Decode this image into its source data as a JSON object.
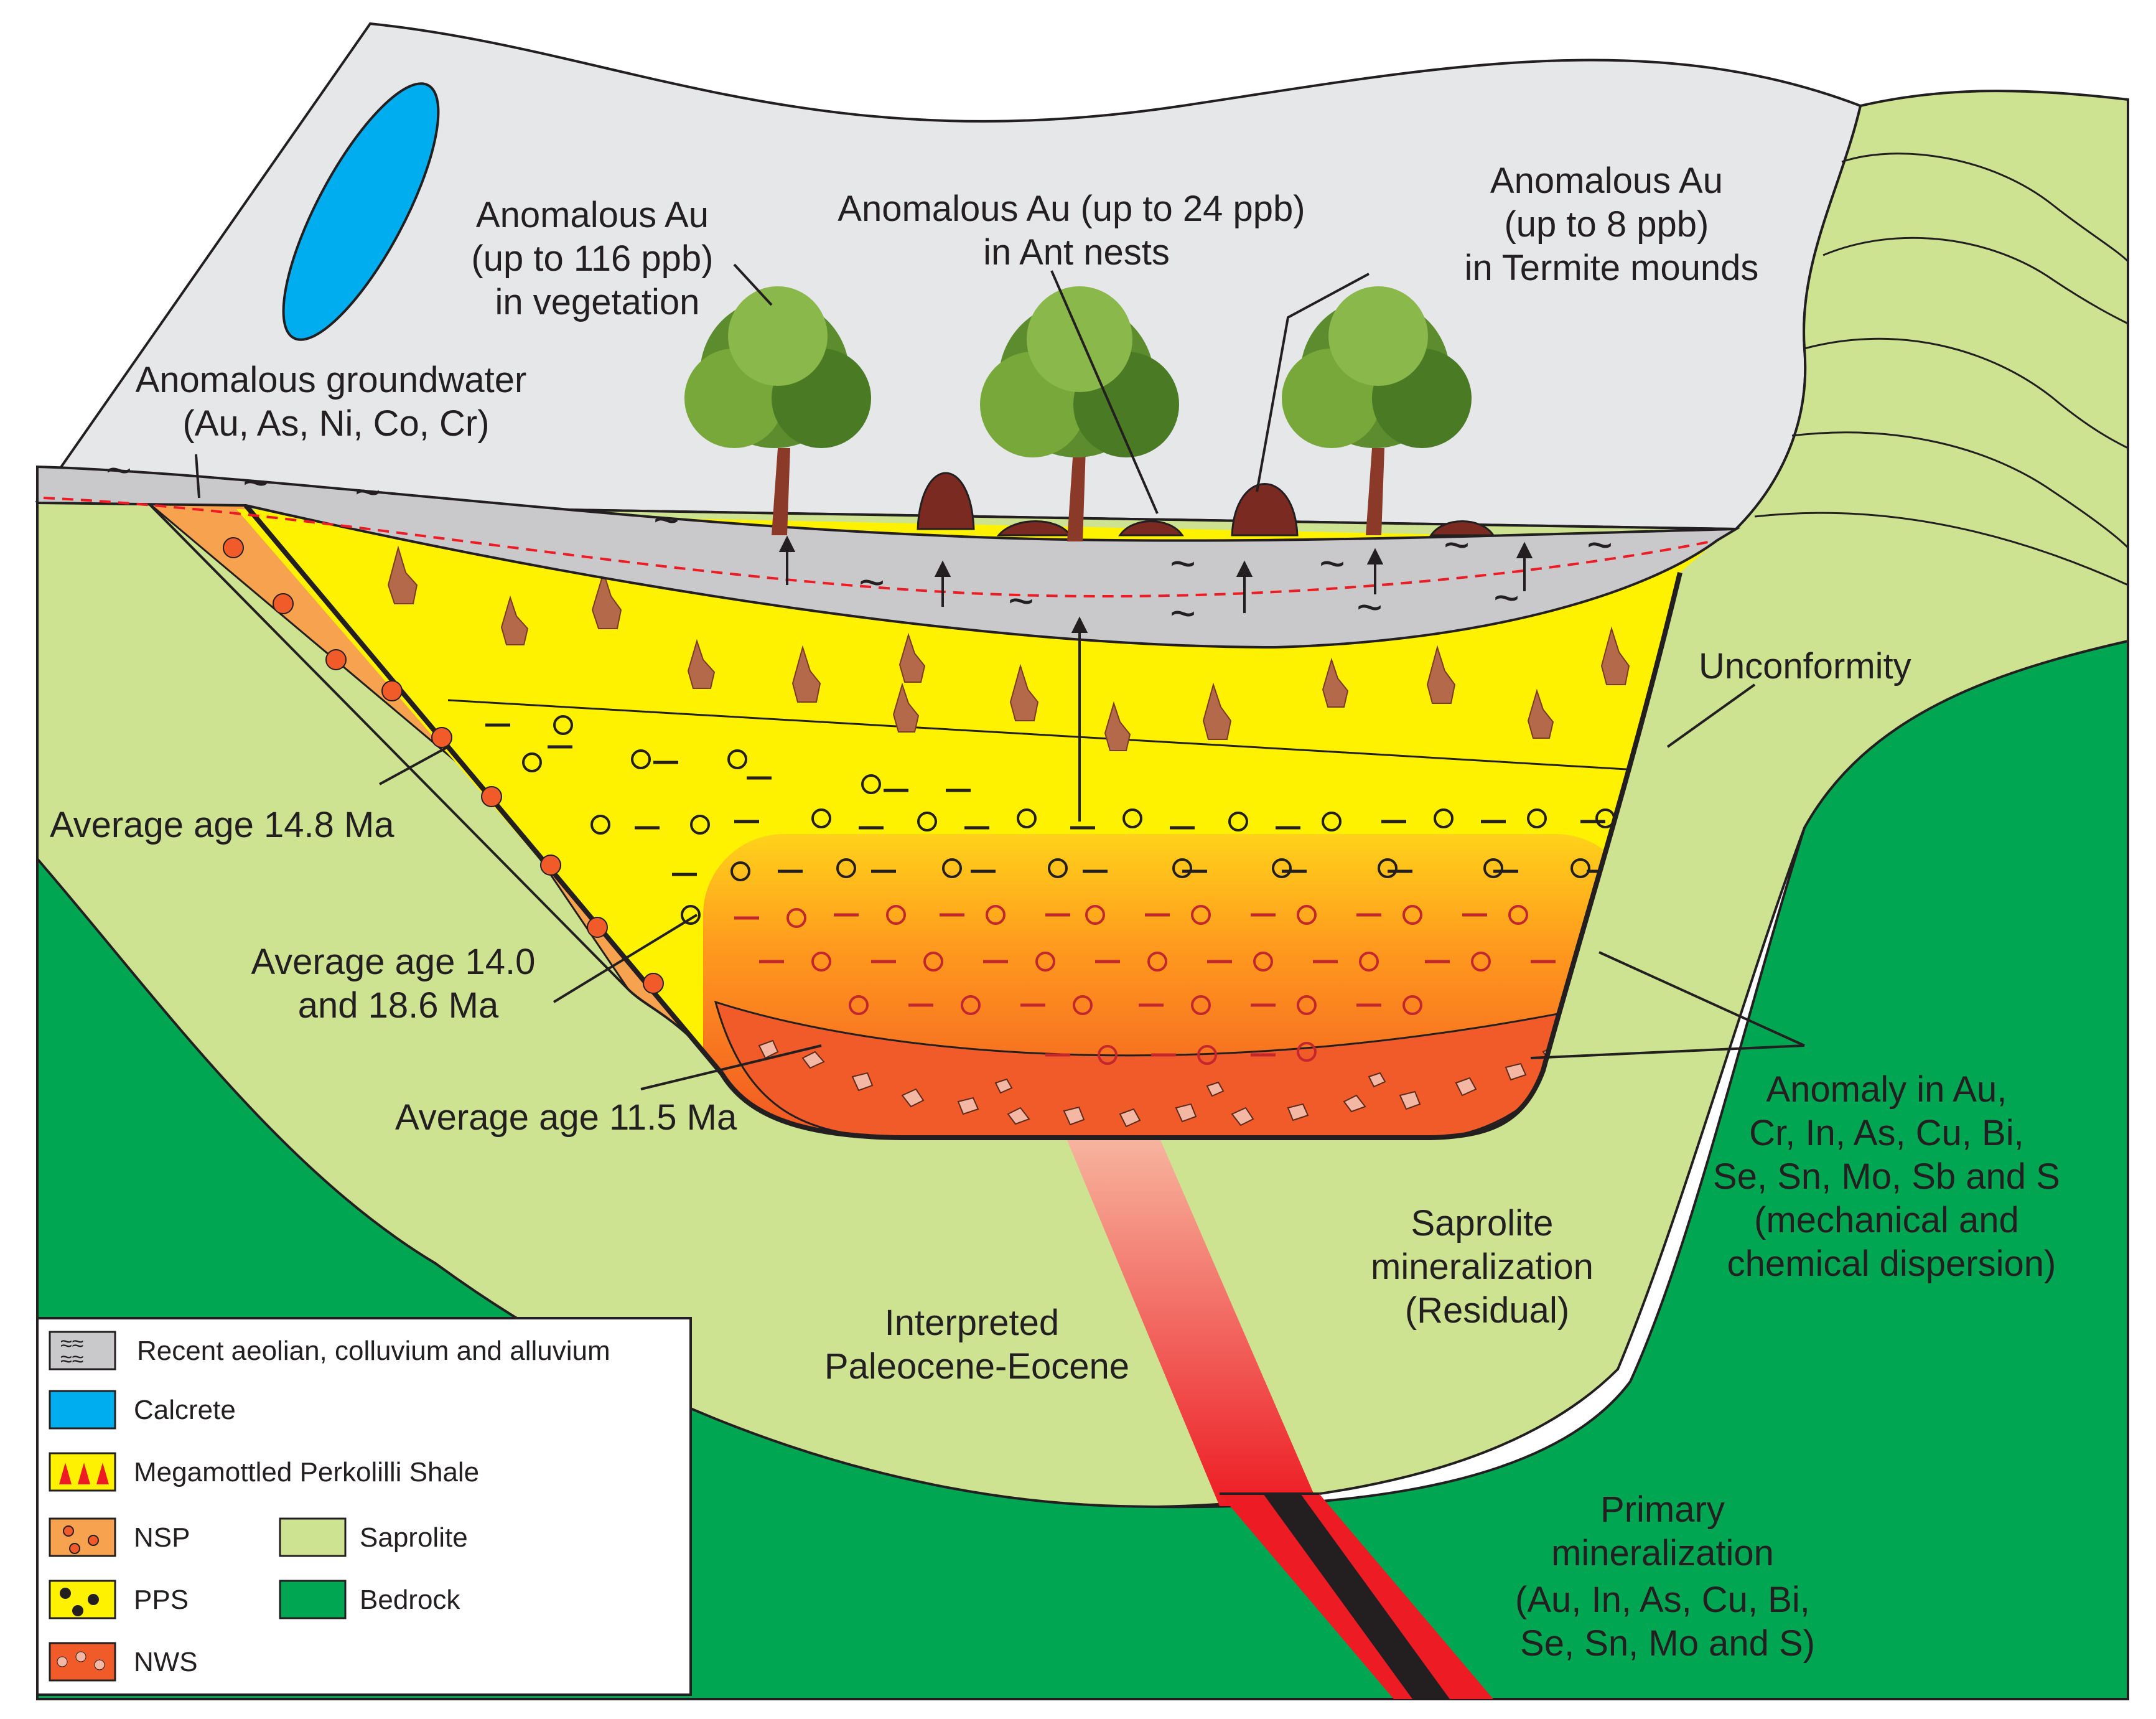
{
  "colors": {
    "surface_gray": "#e6e7e8",
    "sediment_gray": "#c9c9cb",
    "calcrete": "#00aeef",
    "shale_yellow": "#fff200",
    "nsp_orange": "#f7a24f",
    "nws_red": "#f15a29",
    "saprolite": "#cde391",
    "bedrock": "#00a651",
    "dyke_red": "#ed1c24",
    "dyke_core": "#231f20",
    "groundwater_line": "#ed1c24"
  },
  "labels": {
    "groundwater": [
      "Anomalous groundwater",
      "(Au, As, Ni, Co, Cr)"
    ],
    "vegetation": [
      "Anomalous Au",
      "(up to 116 ppb)",
      "in vegetation"
    ],
    "ant_nests": [
      "Anomalous Au (up to 24 ppb)",
      "in Ant nests"
    ],
    "termite": [
      "Anomalous Au",
      "(up to 8 ppb)",
      "in Termite mounds"
    ],
    "unconformity": "Unconformity",
    "age_148": "Average age 14.8 Ma",
    "age_140": [
      "Average age 14.0",
      "and 18.6 Ma"
    ],
    "age_115": "Average age 11.5 Ma",
    "anomaly": [
      "Anomaly in Au,",
      "Cr, In, As, Cu, Bi,",
      "Se, Sn, Mo, Sb and S",
      "(mechanical and",
      "chemical dispersion)"
    ],
    "saprolite_min": [
      "Saprolite",
      "mineralization",
      "(Residual)"
    ],
    "paleocene": [
      "Interpreted",
      "Paleocene-Eocene"
    ],
    "primary": [
      "Primary",
      "mineralization",
      "(Au, In, As, Cu, Bi,",
      "Se, Sn, Mo and S)"
    ]
  },
  "legend": {
    "items": [
      {
        "key": "aeolian",
        "label": "Recent aeolian, colluvium and alluvium"
      },
      {
        "key": "calcrete",
        "label": "Calcrete"
      },
      {
        "key": "shale",
        "label": "Megamottled Perkolilli Shale"
      },
      {
        "key": "nsp",
        "label": "NSP"
      },
      {
        "key": "pps",
        "label": "PPS"
      },
      {
        "key": "nws",
        "label": "NWS"
      },
      {
        "key": "saprolite",
        "label": "Saprolite"
      },
      {
        "key": "bedrock",
        "label": "Bedrock"
      }
    ]
  }
}
